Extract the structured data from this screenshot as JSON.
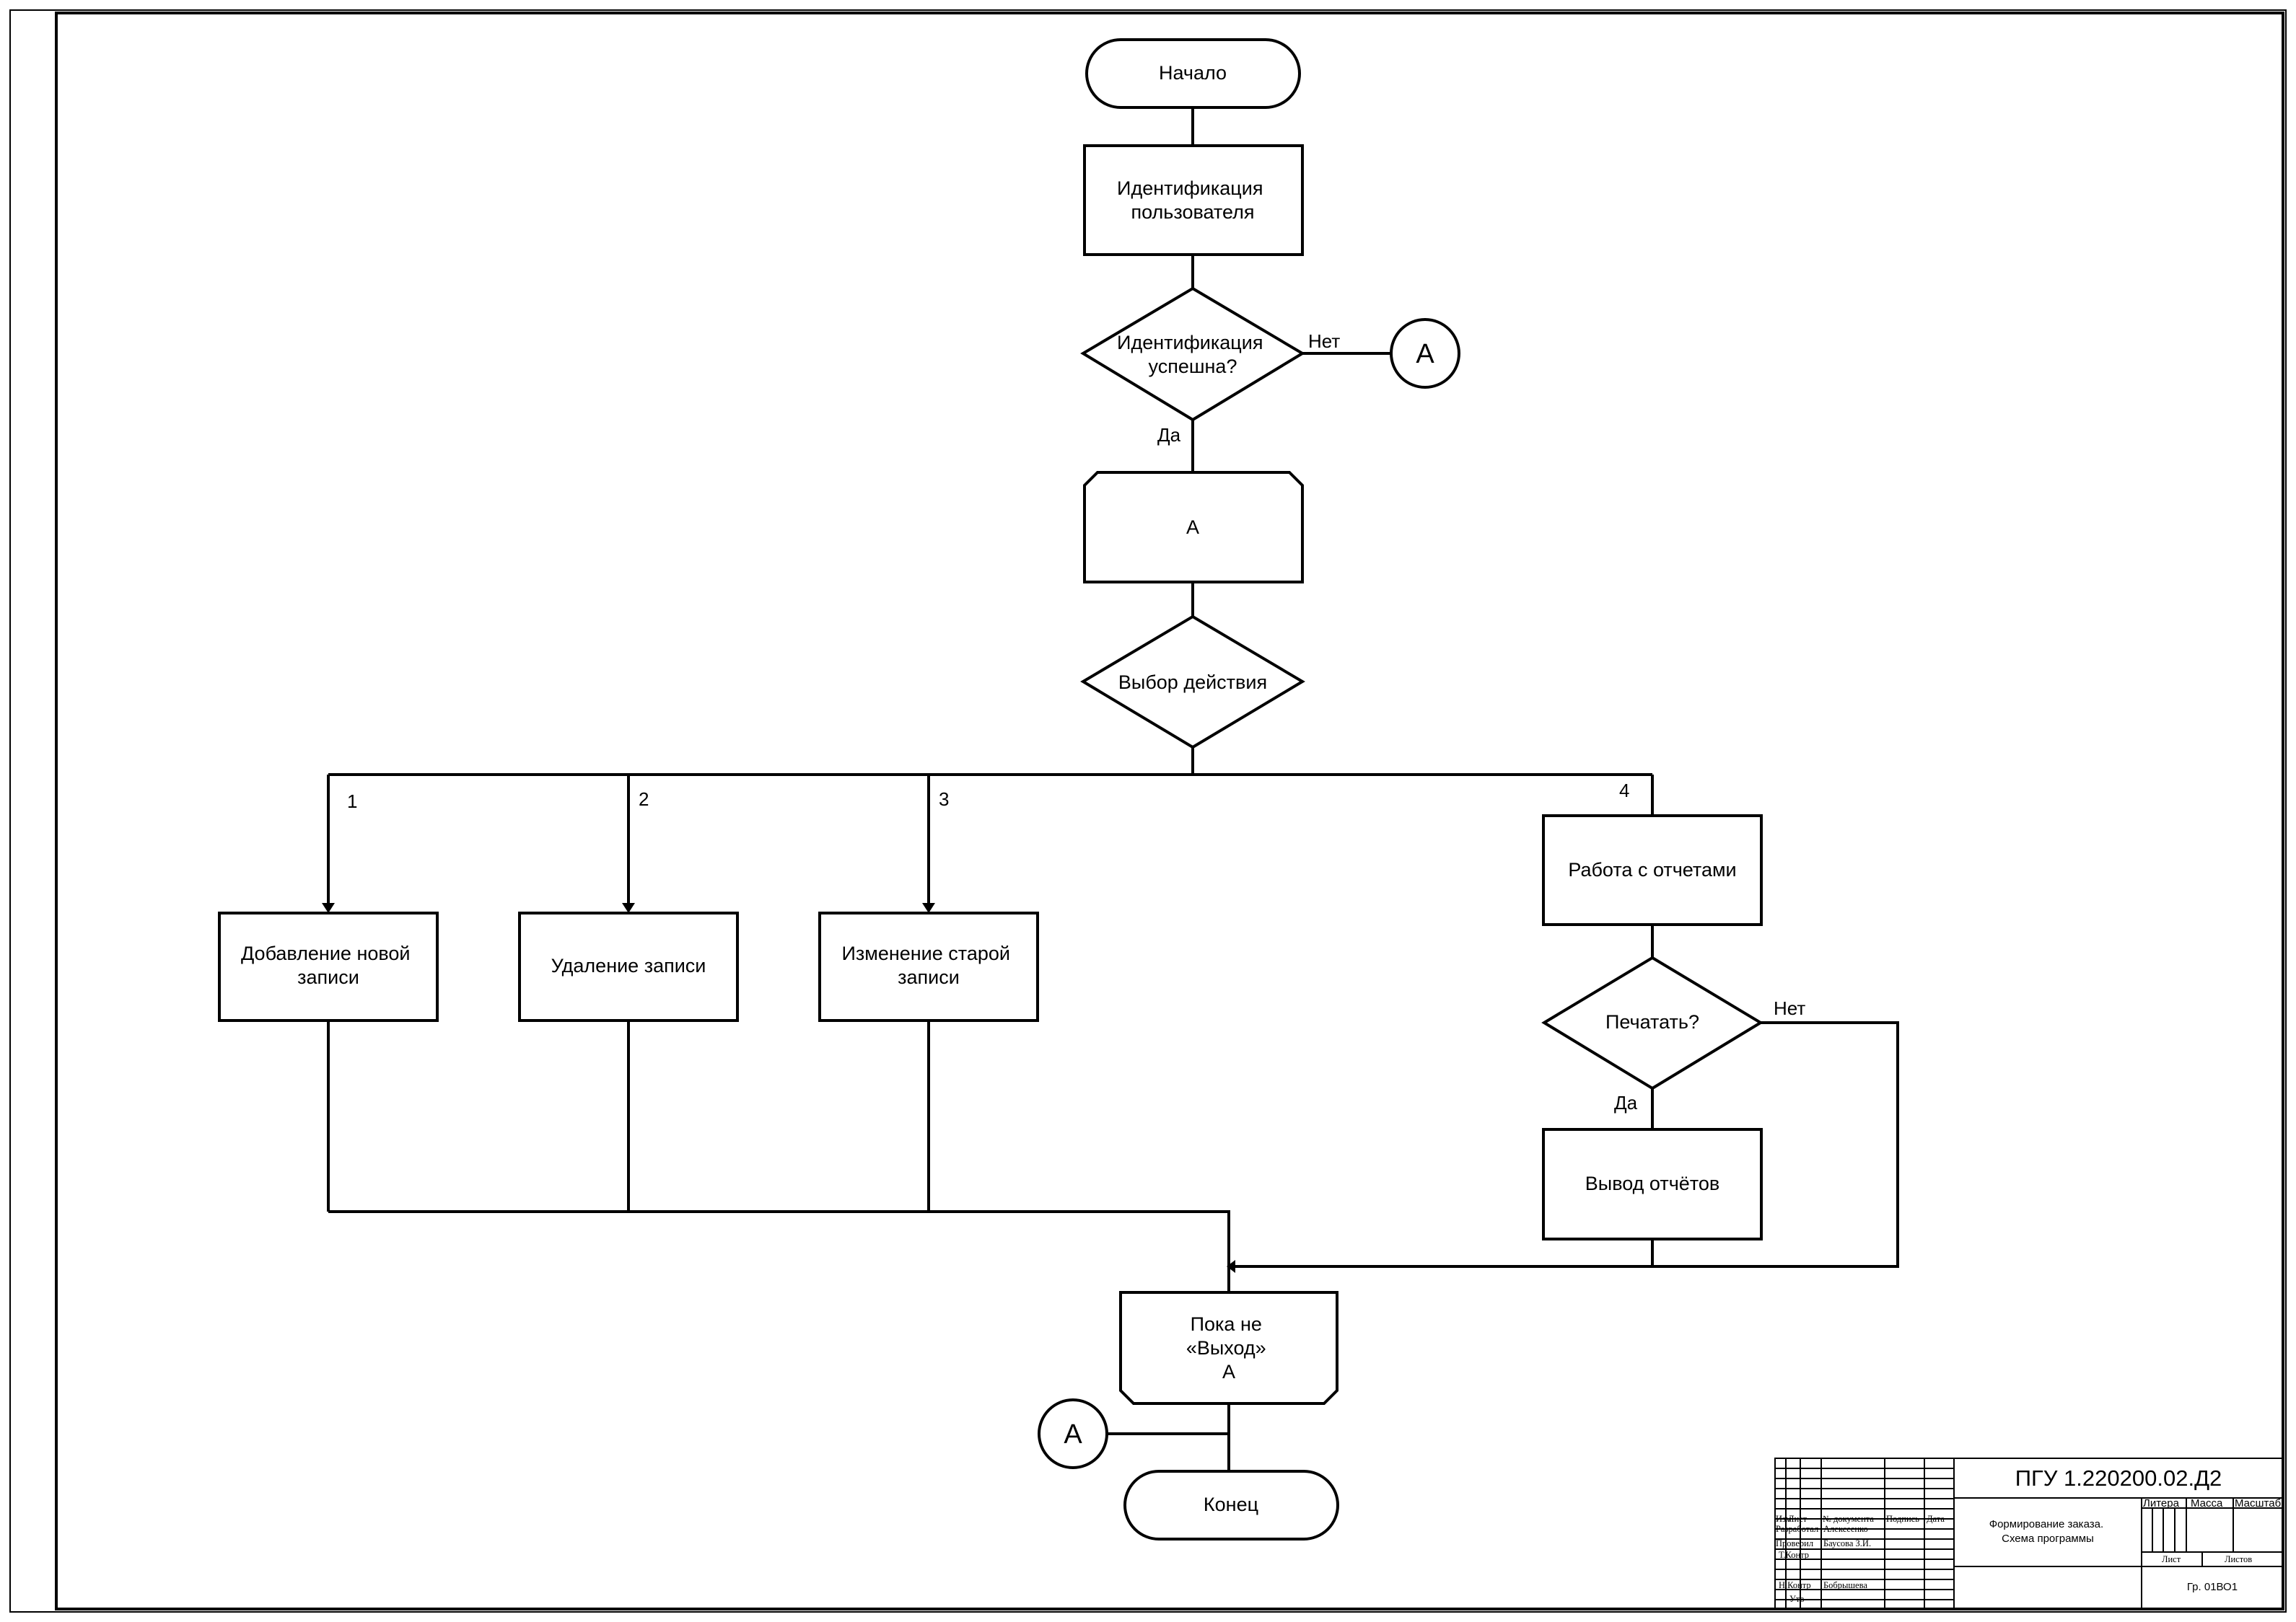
{
  "diagram": {
    "nodes": {
      "start": [
        "Начало"
      ],
      "identify": [
        "Идентификация",
        "пользователя"
      ],
      "auth_check": [
        "Идентификация",
        "успешна?"
      ],
      "connector_top": [
        "A"
      ],
      "loop_begin": [
        "A"
      ],
      "choice": [
        "Выбор действия"
      ],
      "add": [
        "Добавление новой",
        "записи"
      ],
      "delete": [
        "Удаление записи"
      ],
      "edit": [
        "Изменение старой",
        "записи"
      ],
      "reports": [
        "Работа с отчетами"
      ],
      "print_check": [
        "Печатать?"
      ],
      "output": [
        "Вывод отчётов"
      ],
      "loop_end": [
        "Пока не",
        "«Выход»",
        "A"
      ],
      "connector_bottom": [
        "A"
      ],
      "end": [
        "Конец"
      ]
    },
    "edge_labels": {
      "auth_no": "Нет",
      "auth_yes": "Да",
      "branch_1": "1",
      "branch_2": "2",
      "branch_3": "3",
      "branch_4": "4",
      "print_no": "Нет",
      "print_yes": "Да"
    }
  },
  "title_block": {
    "designation": "ПГУ 1.220200.02.Д2",
    "description": [
      "Формирование заказа.",
      "Схема программы"
    ],
    "group": "Гр. 01ВО1",
    "columns": {
      "change": "Изм",
      "sheet": "Лист",
      "doc_no": "№ документа",
      "signature": "Подпись",
      "date": "Дата"
    },
    "roles": {
      "developed": "Разработал",
      "checked": "Проверил",
      "tech_control": "Т.Контр",
      "norm_control": "Н.Контр",
      "approved": "Утв"
    },
    "names": {
      "developed": "Алексеенко",
      "checked": "Баусова З.И.",
      "norm_control": "Бобрышева"
    },
    "headers": {
      "litera": "Литера",
      "mass": "Масса",
      "scale": "Масштаб",
      "sheet": "Лист",
      "sheets": "Листов"
    }
  }
}
